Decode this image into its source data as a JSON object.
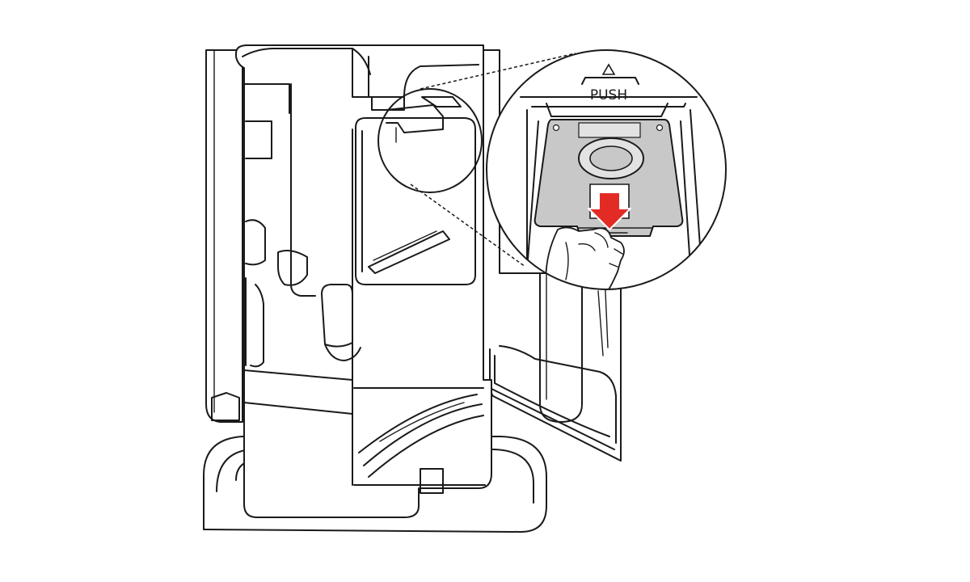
{
  "callout": {
    "push_label": "PUSH"
  },
  "colors": {
    "line": "#1a1a1a",
    "bag_fill": "#c8c8c8",
    "bag_tab": "#e2e2e2",
    "arrow": "#e32b26",
    "background": "#ffffff"
  },
  "icons": {
    "push_indicator": "triangle-up",
    "pull_direction": "arrow-down"
  }
}
